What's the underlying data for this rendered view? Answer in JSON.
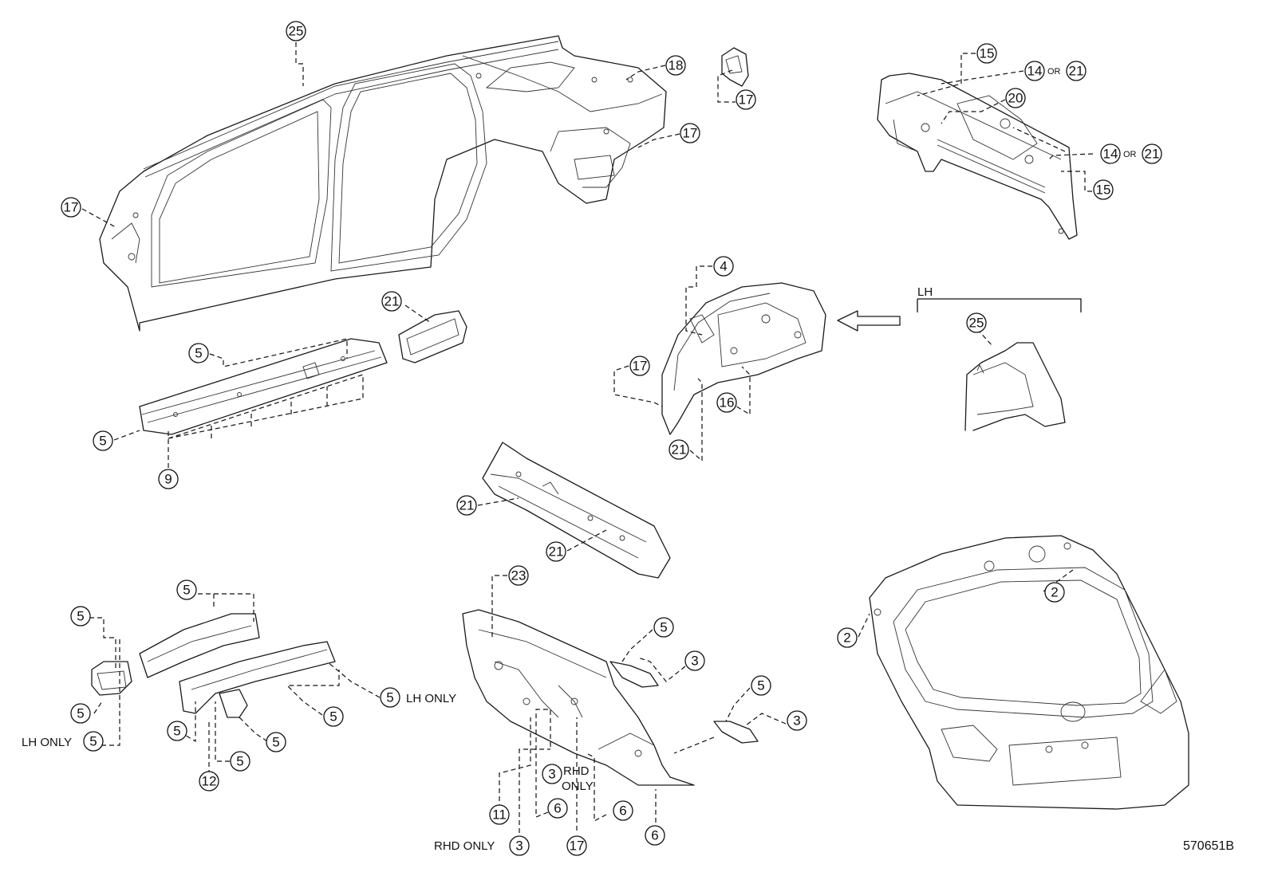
{
  "figure_code": "570651B",
  "view_label": "LH",
  "callouts": {
    "c25a": "25",
    "c18": "18",
    "c17a": "17",
    "c17b": "17",
    "c17c": "17",
    "c15a": "15",
    "c14a": "14",
    "c21a": "21",
    "c20": "20",
    "c14b": "14",
    "c21b": "21",
    "c15b": "15",
    "c21c": "21",
    "c5a": "5",
    "c5b": "5",
    "c9": "9",
    "c4": "4",
    "c17d": "17",
    "c16": "16",
    "c21d": "21",
    "c25b": "25",
    "c21e": "21",
    "c21f": "21",
    "c23": "23",
    "c2a": "2",
    "c2b": "2",
    "c5c": "5",
    "c5d": "5",
    "c5e": "5",
    "c5f": "5",
    "c5g": "5",
    "c5h": "5",
    "c5i": "5",
    "c5j": "5",
    "c5k": "5",
    "c12": "12",
    "c5l": "5",
    "c3a": "3",
    "c5m": "5",
    "c3b": "3",
    "c11": "11",
    "c3c": "3",
    "c6a": "6",
    "c6b": "6",
    "c6c": "6",
    "c17e": "17",
    "c3d": "3"
  },
  "or_labels": {
    "or1": "OR",
    "or2": "OR"
  },
  "notes": {
    "lh_only_1": "LH ONLY",
    "lh_only_2": "LH ONLY",
    "rhd_only_1": "RHD",
    "rhd_only_1b": "ONLY",
    "rhd_only_2": "RHD ONLY"
  }
}
